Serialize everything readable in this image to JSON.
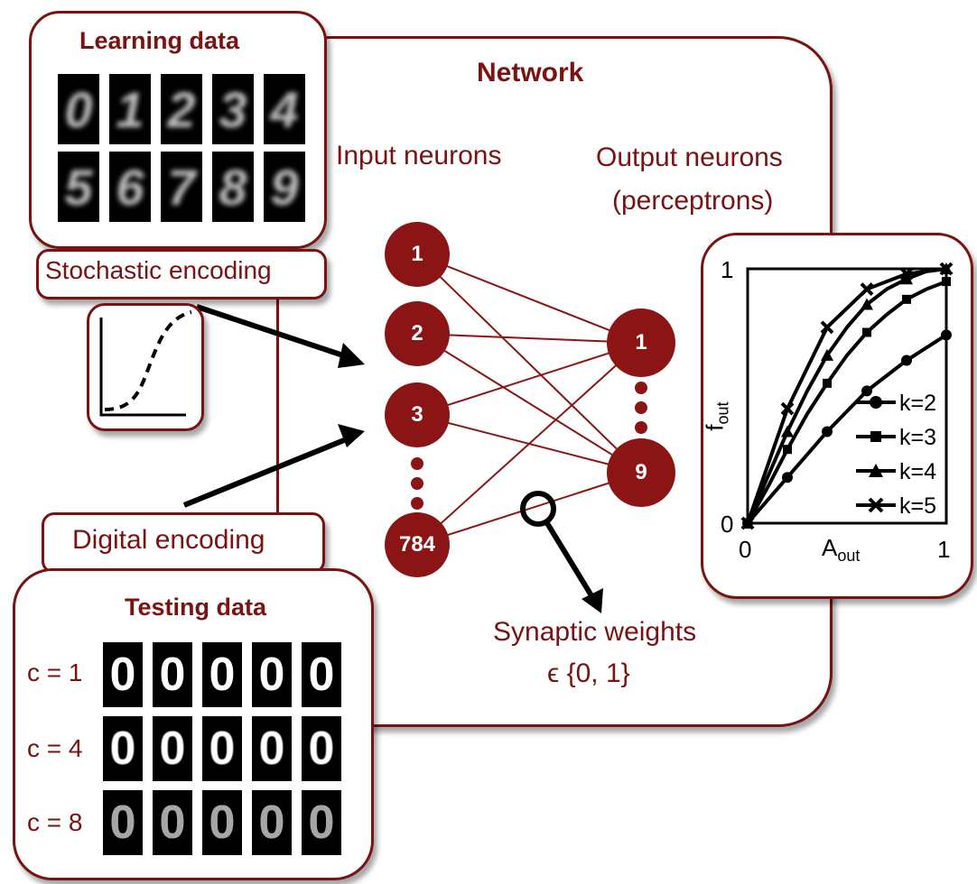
{
  "network": {
    "title": "Network",
    "input_label": "Input neurons",
    "output_label_1": "Output neurons",
    "output_label_2": "(perceptrons)"
  },
  "input_neurons": [
    "1",
    "2",
    "3",
    "784"
  ],
  "output_neurons": [
    "1",
    "9"
  ],
  "learning": {
    "title": "Learning data",
    "digits": [
      "0",
      "1",
      "2",
      "3",
      "4",
      "5",
      "6",
      "7",
      "8",
      "9"
    ]
  },
  "stochastic_label": "Stochastic encoding",
  "digital_label": "Digital encoding",
  "synaptic": {
    "line1": "Synaptic weights",
    "line2": "ϵ {0, 1}"
  },
  "testing": {
    "title": "Testing data",
    "rows": [
      "c = 1",
      "c = 4",
      "c = 8"
    ],
    "digits": [
      "0",
      "0",
      "0",
      "0",
      "0"
    ]
  },
  "colors": {
    "accent": "#7a1212",
    "neuron": "#8b1515",
    "ink": "#000000"
  },
  "chart_data": {
    "type": "line",
    "xlabel": "A",
    "xlabel_sub": "out",
    "ylabel": "f",
    "ylabel_sub": "out",
    "xlim": [
      0,
      1
    ],
    "ylim": [
      0,
      1
    ],
    "x_ticks": [
      "0",
      "1"
    ],
    "y_ticks": [
      "0",
      "1"
    ],
    "legend_position": "bottom-right",
    "series": [
      {
        "name": "k=2",
        "marker": "circle",
        "x": [
          0,
          0.2,
          0.4,
          0.6,
          0.8,
          1.0
        ],
        "y": [
          0,
          0.18,
          0.36,
          0.52,
          0.64,
          0.74
        ]
      },
      {
        "name": "k=3",
        "marker": "square",
        "x": [
          0,
          0.1,
          0.2,
          0.3,
          0.4,
          0.5,
          0.6,
          0.7,
          0.8,
          0.9,
          1.0
        ],
        "y": [
          0,
          0.14,
          0.29,
          0.43,
          0.55,
          0.66,
          0.75,
          0.82,
          0.88,
          0.92,
          0.95
        ]
      },
      {
        "name": "k=4",
        "marker": "triangle",
        "x": [
          0,
          0.1,
          0.2,
          0.3,
          0.4,
          0.5,
          0.6,
          0.7,
          0.8,
          0.9,
          1.0
        ],
        "y": [
          0,
          0.18,
          0.36,
          0.52,
          0.66,
          0.77,
          0.86,
          0.92,
          0.96,
          0.99,
          1.0
        ]
      },
      {
        "name": "k=5",
        "marker": "x",
        "x": [
          0,
          0.2,
          0.4,
          0.6,
          0.8,
          1.0
        ],
        "y": [
          0,
          0.45,
          0.77,
          0.92,
          0.98,
          1.0
        ]
      }
    ]
  }
}
